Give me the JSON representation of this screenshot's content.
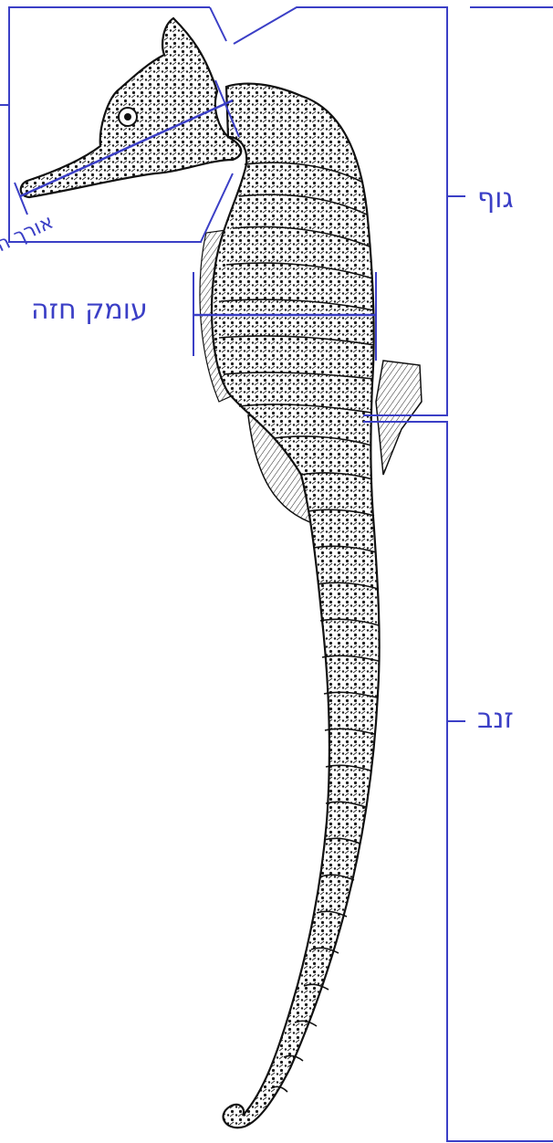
{
  "colors": {
    "annotation": "#3b3fc6",
    "ink": "#111111",
    "background": "#ffffff"
  },
  "subject": "seahorse-illustration",
  "labels": {
    "body": "גוף",
    "chest_depth": "עומק חזה",
    "tail": "זנב",
    "snout_length": "אורך החוטם"
  }
}
